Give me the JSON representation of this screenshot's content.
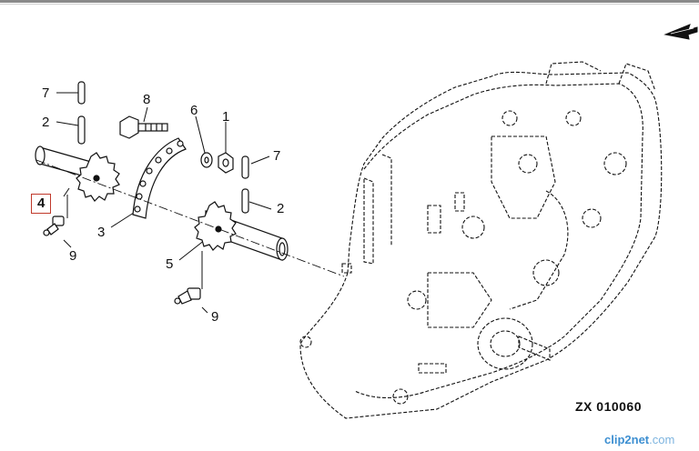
{
  "diagram": {
    "callouts": {
      "c7a": "7",
      "c2a": "2",
      "c8": "8",
      "c6": "6",
      "c1": "1",
      "c7b": "7",
      "c2b": "2",
      "c4": "4",
      "c3": "3",
      "c5": "5",
      "c9a": "9",
      "c9b": "9"
    },
    "drawing_code": "ZX 010060"
  },
  "watermark": {
    "brand": "clip2net",
    "suffix": ".com"
  }
}
